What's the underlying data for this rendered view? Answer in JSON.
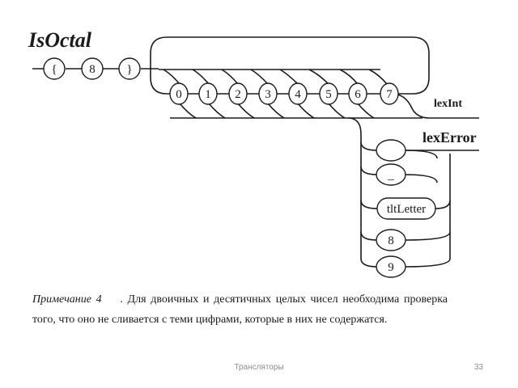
{
  "diagram": {
    "title": "IsOctal",
    "prefix_nodes": [
      "{",
      "8",
      "}"
    ],
    "digit_nodes": [
      "0",
      "1",
      "2",
      "3",
      "4",
      "5",
      "6",
      "7"
    ],
    "error_nodes": [
      "",
      "_",
      "tltLetter",
      "8",
      "9"
    ],
    "label_lexint": "lexInt",
    "label_lexerror": "lexError"
  },
  "note": {
    "prefix": "Примечание 4",
    "text": ". Для двоичных и десятичных целых чисел необходима проверка того, что оно не сливается с теми цифрами, которые в них не содержатся."
  },
  "footer": {
    "title": "Трансляторы",
    "page_number": "33"
  }
}
